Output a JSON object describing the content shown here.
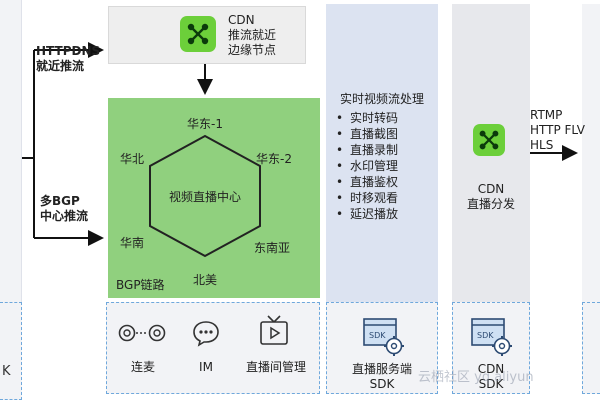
{
  "left_stub": {
    "text": "K"
  },
  "left_labels": {
    "httpdns_line1": "HTTPDNS",
    "httpdns_line2": "就近推流",
    "bgp_line1": "多BGP",
    "bgp_line2": "中心推流"
  },
  "cdn_top": {
    "title": "CDN",
    "line1": "推流就近",
    "line2": "边缘节点",
    "icon": "cdn-network-icon"
  },
  "hub": {
    "center_label": "视频直播中心",
    "nodes": [
      "华东-1",
      "华东-2",
      "东南亚",
      "北美",
      "华南",
      "华北"
    ],
    "footer": "BGP链路",
    "color": "#90d07e"
  },
  "bottom_features": [
    {
      "label": "连麦",
      "icon": "link-mic-icon"
    },
    {
      "label": "IM",
      "icon": "chat-bubble-icon"
    },
    {
      "label": "直播间管理",
      "icon": "tv-icon"
    }
  ],
  "processing": {
    "title": "实时视频流处理",
    "items": [
      "实时转码",
      "直播截图",
      "直播录制",
      "水印管理",
      "直播鉴权",
      "时移观看",
      "延迟播放"
    ],
    "sdk_line1": "直播服务端",
    "sdk_line2": "SDK",
    "sdk_icon": "sdk-gear-icon"
  },
  "cdn_distribution": {
    "title": "CDN",
    "subtitle": "直播分发",
    "sdk_line1": "CDN",
    "sdk_line2": "SDK",
    "icon": "cdn-network-icon"
  },
  "protocols": [
    "RTMP",
    "HTTP FLV",
    "HLS"
  ],
  "right_stub": {
    "text": ""
  },
  "watermark": "云栖社区 yq.aliyun"
}
